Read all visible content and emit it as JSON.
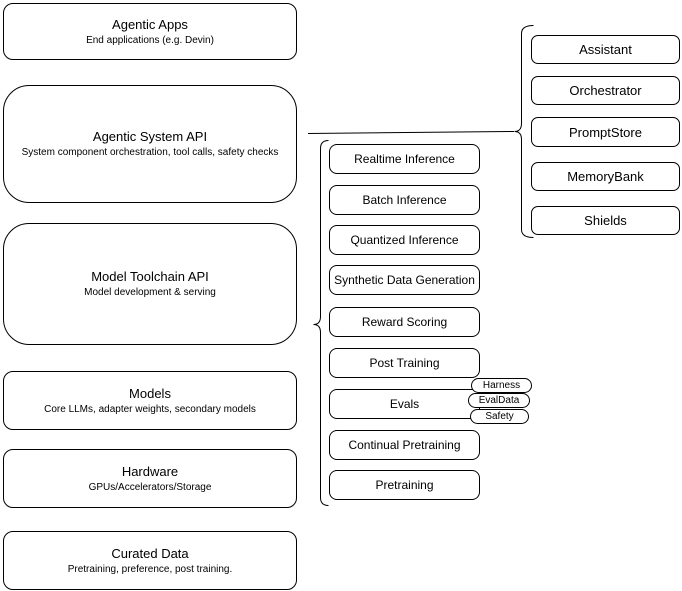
{
  "diagram": {
    "stack": [
      {
        "title": "Agentic Apps",
        "subtitle": "End applications (e.g. Devin)"
      },
      {
        "title": "Agentic System API",
        "subtitle": "System component orchestration, tool calls, safety checks"
      },
      {
        "title": "Model Toolchain API",
        "subtitle": "Model development & serving"
      },
      {
        "title": "Models",
        "subtitle": "Core LLMs, adapter weights, secondary models"
      },
      {
        "title": "Hardware",
        "subtitle": "GPUs/Accelerators/Storage"
      },
      {
        "title": "Curated Data",
        "subtitle": "Pretraining, preference, post training."
      }
    ],
    "toolchain": {
      "items": [
        "Realtime Inference",
        "Batch Inference",
        "Quantized Inference",
        "Synthetic Data Generation",
        "Reward Scoring",
        "Post Training",
        "Evals",
        "Continual Pretraining",
        "Pretraining"
      ]
    },
    "evals_tags": [
      "Harness",
      "EvalData",
      "Safety"
    ],
    "components": {
      "items": [
        "Assistant",
        "Orchestrator",
        "PromptStore",
        "MemoryBank",
        "Shields"
      ]
    }
  },
  "colors": {
    "stroke": "#000000",
    "background": "#ffffff"
  }
}
